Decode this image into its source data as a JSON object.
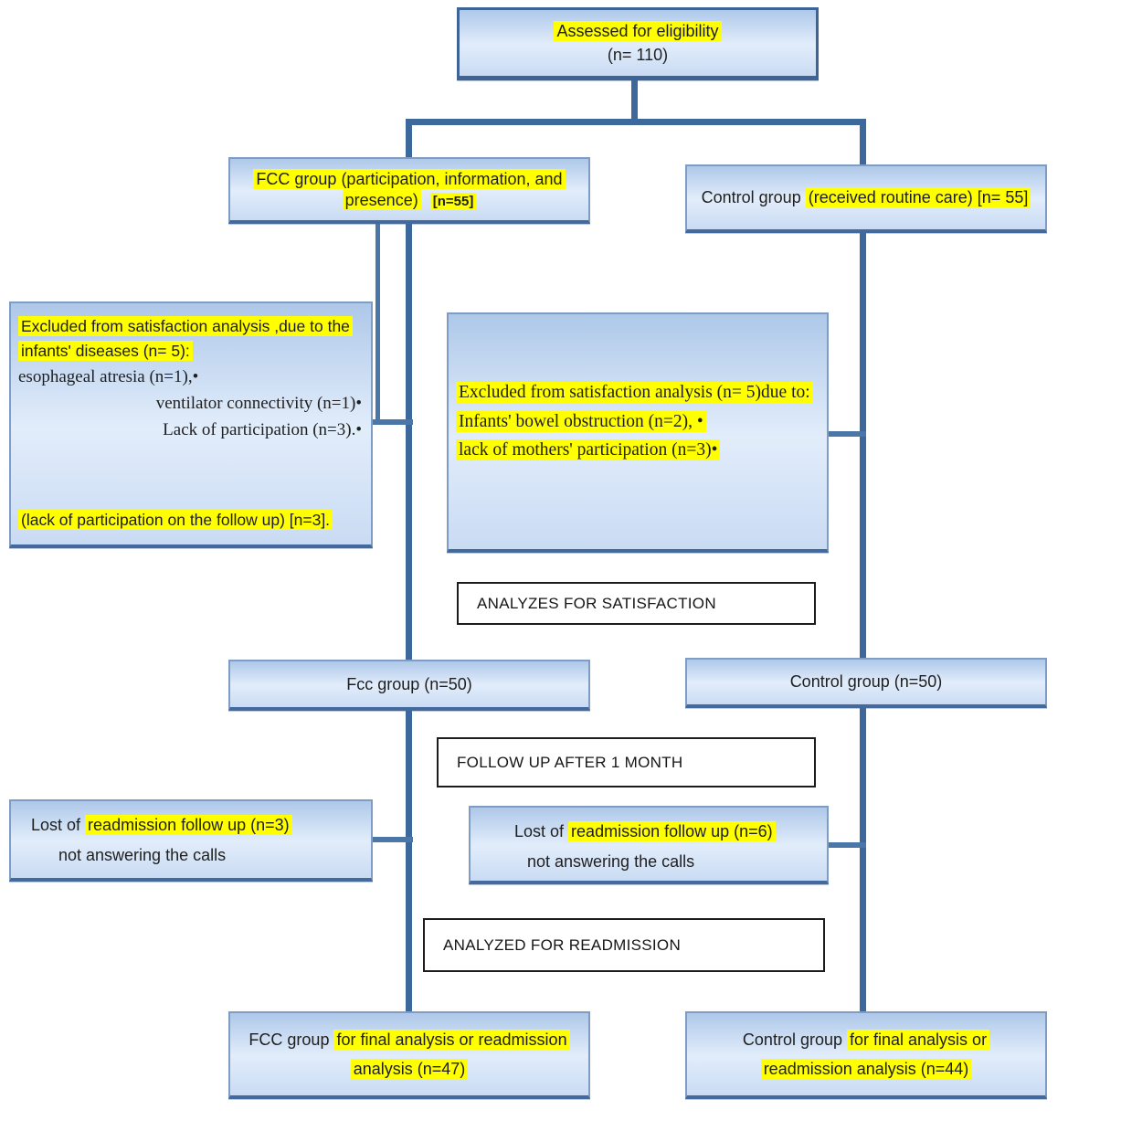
{
  "palette": {
    "connector": "#3c689c",
    "box_fill_top": "#aec8e9",
    "box_fill_bottom": "#c9dbf3",
    "box_border": "#44699d",
    "highlight": "#ffff00",
    "white_box_border": "#1c1c1c"
  },
  "boxes": {
    "assessed": {
      "line1": "Assessed for eligibility",
      "line2": "(n= 110)"
    },
    "fcc": {
      "line1": "FCC group (participation, information, and",
      "line2": "presence)",
      "n": "[n=55]"
    },
    "control": {
      "plain": "Control group ",
      "hl": "(received routine care) [n= 55]"
    },
    "excluded_left": {
      "header": "Excluded from satisfaction analysis ,due to the infants' diseases (n= 5):",
      "item1": "esophageal atresia (n=1),•",
      "item2": "ventilator connectivity (n=1)•",
      "item3": "Lack of participation (n=3).•",
      "footer": "(lack of participation on the follow up) [n=3]."
    },
    "excluded_mid": {
      "line1": "Excluded from satisfaction analysis  (n= 5)due to:",
      "line2": "Infants' bowel obstruction (n=2), •",
      "line3": "lack of  mothers' participation (n=3)•"
    },
    "analyzes_satisfaction": {
      "label": "ANALYZES FOR SATISFACTION"
    },
    "fcc50": {
      "label": "Fcc group (n=50)"
    },
    "control50": {
      "label": "Control group (n=50)"
    },
    "followup": {
      "label": "FOLLOW UP AFTER 1 MONTH"
    },
    "lost_left": {
      "plain": "Lost of ",
      "hl": "readmission follow up (n=3)",
      "line2": "not answering the calls"
    },
    "lost_mid": {
      "plain": "Lost of ",
      "hl": "readmission follow up (n=6)",
      "line2": "not answering the calls"
    },
    "analyzed_readmission": {
      "label": "ANALYZED FOR READMISSION"
    },
    "final_fcc": {
      "plain": "FCC group ",
      "hl1": "for final analysis  or readmission",
      "hl2": "analysis (n=47)"
    },
    "final_control": {
      "plain": "Control group  ",
      "hl1": "for final analysis  or",
      "hl2": "readmission analysis (n=44)"
    }
  }
}
